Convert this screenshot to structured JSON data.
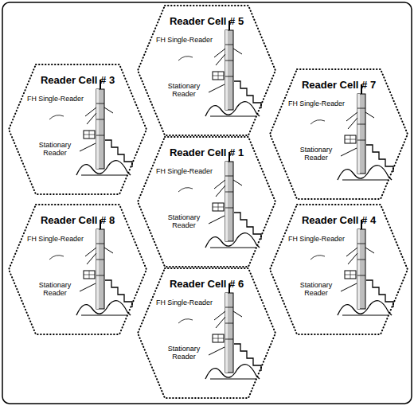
{
  "diagram": {
    "nodes": [
      {
        "text": [
          "Reader Cell # 5",
          "FH Single-Reader",
          "Stationary Reader"
        ]
      },
      {
        "text": [
          "Reader Cell # 3",
          "FH Single-Reader",
          "Stationary Reader"
        ]
      },
      {
        "text": [
          "Reader Cell # 7",
          "FH Single-Reader",
          "Stationary Reader"
        ]
      },
      {
        "text": [
          "Reader Cell # 1",
          "FH Single-Reader",
          "Stationary Reader"
        ]
      },
      {
        "text": [
          "Reader Cell # 8",
          "FH Single-Reader",
          "Stationary Reader"
        ]
      },
      {
        "text": [
          "Reader Cell # 4",
          "FH Single-Reader",
          "Stationary Reader"
        ]
      },
      {
        "text": [
          "Reader Cell # 6",
          "FH Single-Reader",
          "Stationary Reader"
        ]
      }
    ]
  }
}
